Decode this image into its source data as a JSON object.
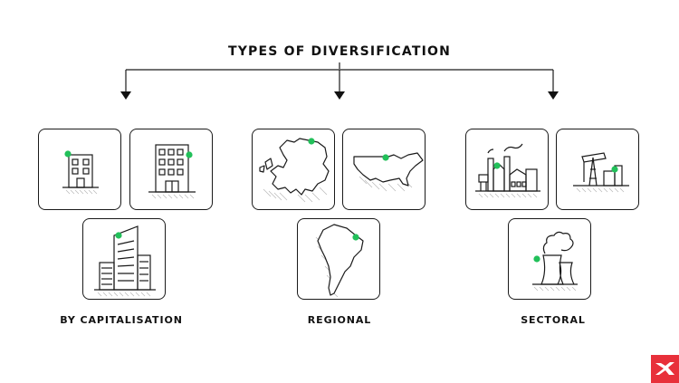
{
  "diagram": {
    "title": "TYPES OF DIVERSIFICATION",
    "groups": [
      {
        "label": "BY CAPITALISATION",
        "icons": [
          "small-building-icon",
          "medium-building-icon",
          "skyscraper-icon"
        ]
      },
      {
        "label": "REGIONAL",
        "icons": [
          "europe-map-icon",
          "usa-map-icon",
          "south-america-map-icon"
        ]
      },
      {
        "label": "SECTORAL",
        "icons": [
          "factory-icon",
          "oil-pump-icon",
          "cooling-tower-icon"
        ]
      }
    ]
  },
  "colors": {
    "accent": "#22c05a",
    "line": "#1a1a1a",
    "brand": "#e8303a"
  },
  "brand": {
    "icon": "brand-logo-icon"
  }
}
